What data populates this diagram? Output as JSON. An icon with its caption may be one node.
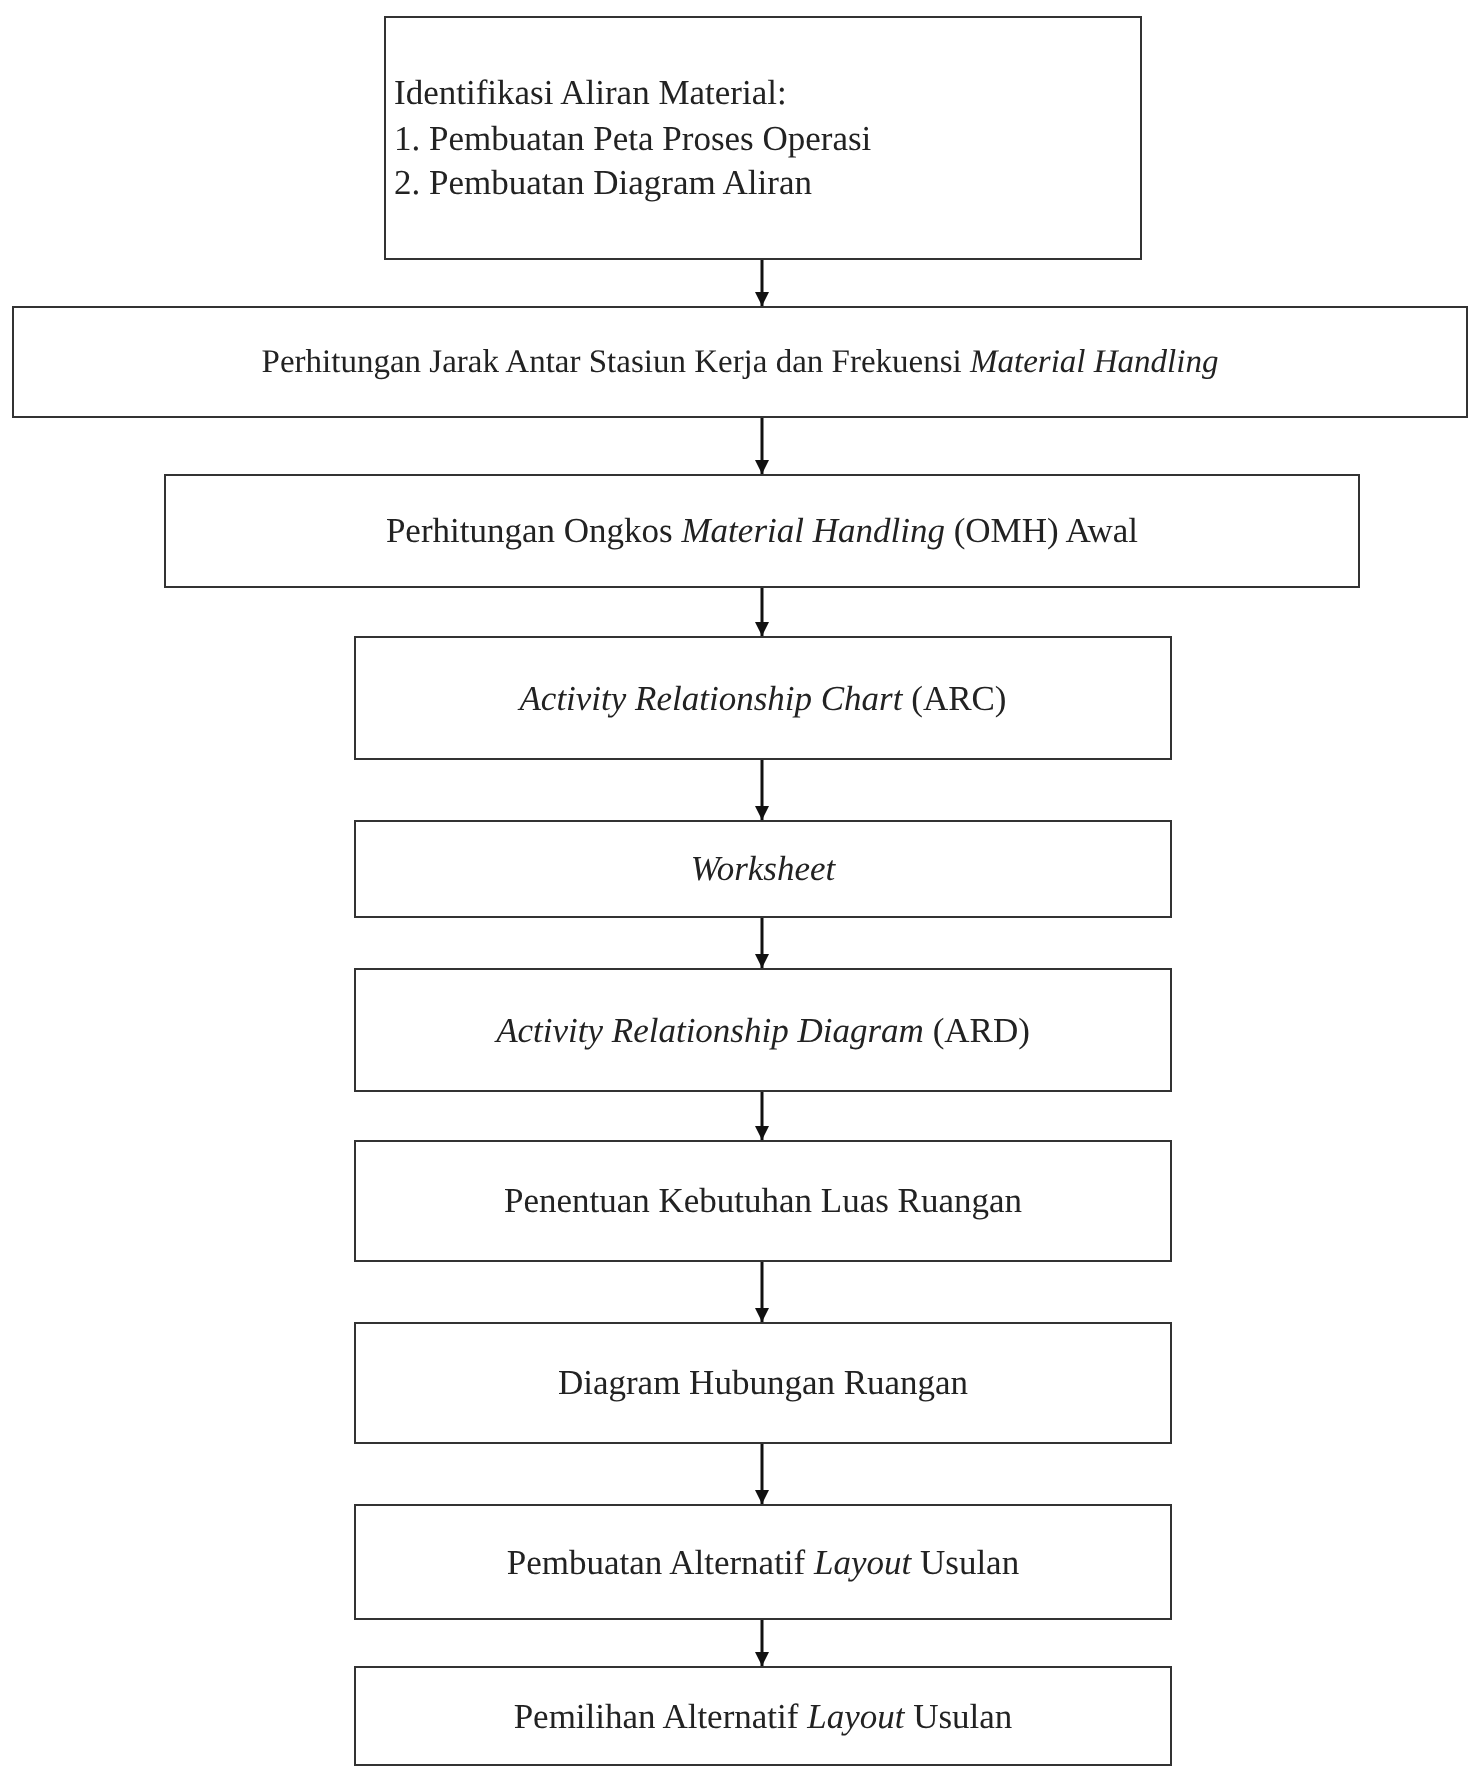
{
  "diagram": {
    "nodes": [
      {
        "text": [
          "Identifikasi Aliran Material:",
          "1. Pembuatan Peta Proses Operasi",
          "2. Pembuatan Diagram Aliran"
        ]
      },
      {
        "text": [
          "Perhitungan Jarak Antar Stasiun Kerja dan Frekuensi *Material Handling*"
        ]
      },
      {
        "text": [
          "Perhitungan Ongkos *Material Handling* (OMH) Awal"
        ]
      },
      {
        "text": [
          "*Activity Relationship Chart* (ARC)"
        ]
      },
      {
        "text": [
          "*Worksheet*"
        ]
      },
      {
        "text": [
          "*Activity Relationship Diagram* (ARD)"
        ]
      },
      {
        "text": [
          "Penentuan Kebutuhan Luas Ruangan"
        ]
      },
      {
        "text": [
          "Diagram Hubungan Ruangan"
        ]
      },
      {
        "text": [
          "Pembuatan Alternatif *Layout* Usulan"
        ]
      },
      {
        "text": [
          "Pemilihan Alternatif *Layout* Usulan"
        ]
      }
    ],
    "edges": [
      {
        "from": 0,
        "to": 1,
        "arrow": "to"
      },
      {
        "from": 1,
        "to": 2,
        "arrow": "to"
      },
      {
        "from": 2,
        "to": 3,
        "arrow": "to"
      },
      {
        "from": 3,
        "to": 4,
        "arrow": "to"
      },
      {
        "from": 4,
        "to": 5,
        "arrow": "to"
      },
      {
        "from": 5,
        "to": 6,
        "arrow": "to"
      },
      {
        "from": 6,
        "to": 7,
        "arrow": "to"
      },
      {
        "from": 7,
        "to": 8,
        "arrow": "to"
      },
      {
        "from": 8,
        "to": 9,
        "arrow": "to"
      }
    ]
  }
}
